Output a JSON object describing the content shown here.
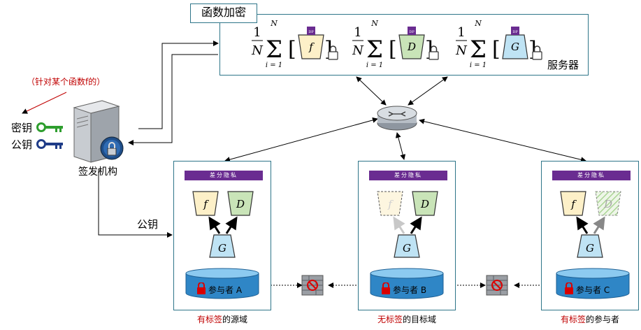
{
  "server": {
    "tab_title": "函数加密",
    "name": "服务器",
    "sum_upper": "N",
    "sum_lower": "i = 1",
    "frac_num": "1",
    "frac_den": "N",
    "terms": [
      {
        "model": "f",
        "badge": "DP",
        "color": "#fdf0c8"
      },
      {
        "model": "D",
        "badge": "DP",
        "color": "#c9e4b8"
      },
      {
        "model": "G",
        "badge": "DP",
        "color": "#bfe3f4"
      }
    ]
  },
  "issuer": {
    "name": "签发机构",
    "note": "（针对某个函数f的）",
    "secret_key": "密钥",
    "public_key": "公钥"
  },
  "public_key_edge": "公钥",
  "participants": [
    {
      "dp_label": "差分隐私",
      "gen": "G",
      "left": "f",
      "right": "D",
      "db": "参与者 A",
      "caption_red": "有标签",
      "caption_rest": "的源域"
    },
    {
      "dp_label": "差分隐私",
      "gen": "G",
      "left": "f",
      "right": "D",
      "db": "参与者 B",
      "caption_red": "无标签",
      "caption_rest": "的目标域"
    },
    {
      "dp_label": "差分隐私",
      "gen": "G",
      "left": "f",
      "right": "D",
      "db": "参与者 C",
      "caption_red": "有标签",
      "caption_rest": "的参与者"
    }
  ],
  "colors": {
    "border": "#2e7589",
    "purple": "#6a2c91",
    "red": "#c00000",
    "green_key": "#2e9e2e",
    "blue_key": "#1f3c88",
    "db": "#2f86c6",
    "f_fill": "#fdf0c8",
    "d_fill": "#c9e4b8",
    "g_fill": "#bfe3f4"
  }
}
